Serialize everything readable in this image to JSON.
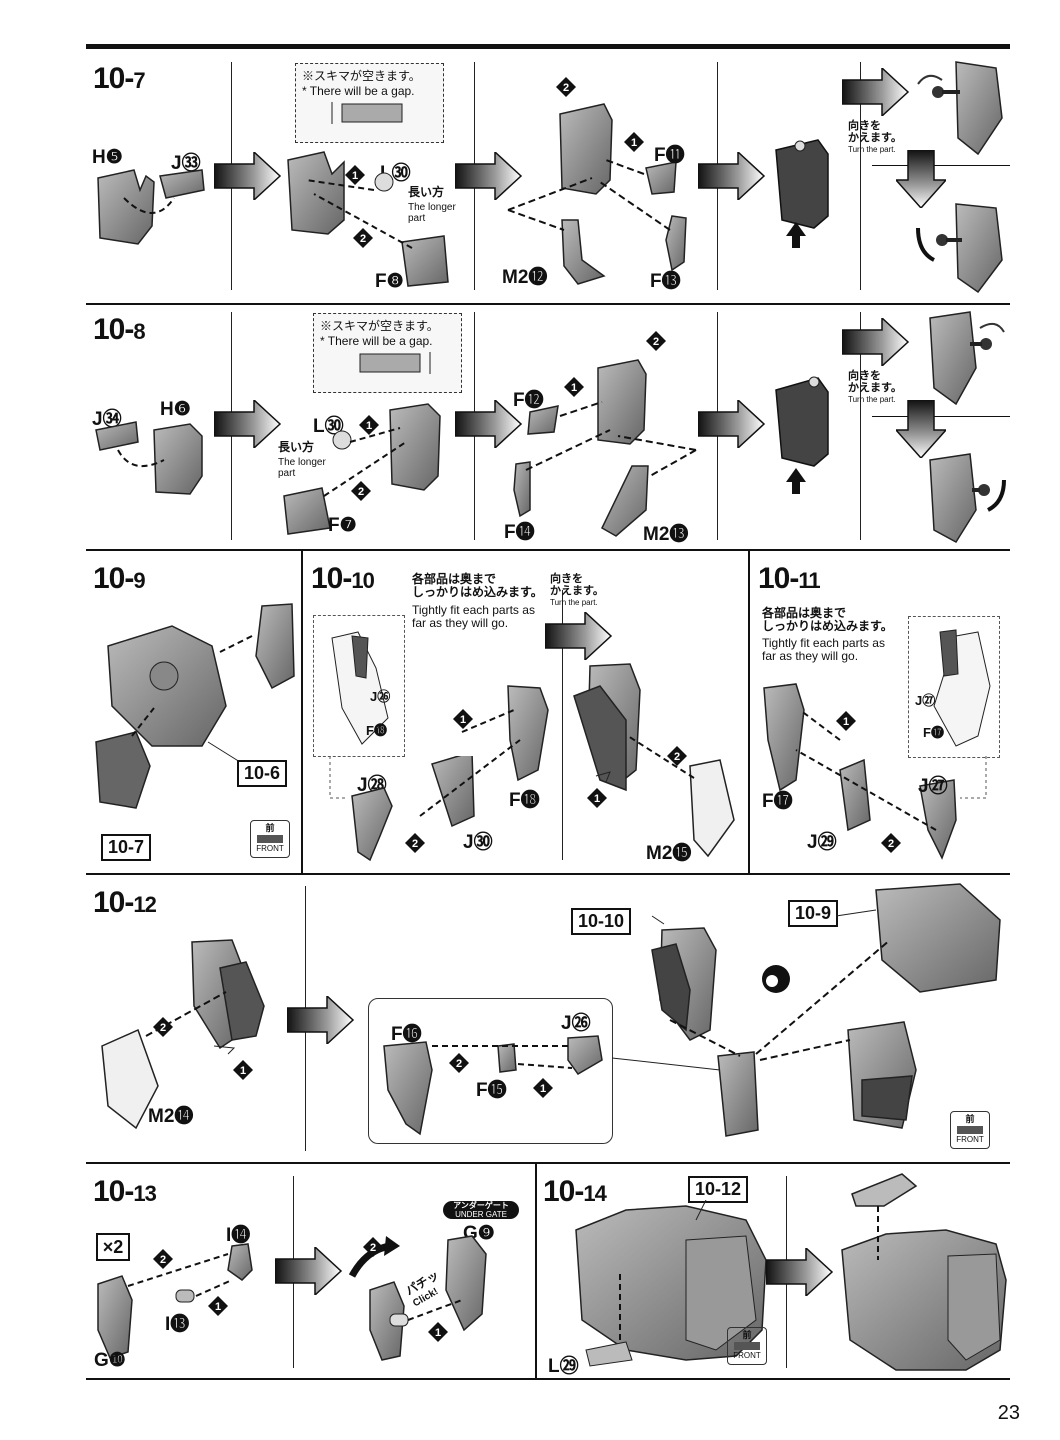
{
  "page_number": "23",
  "gap_note": {
    "jp": "※スキマが空きます。",
    "en": "* There will be a gap."
  },
  "longer_part": {
    "jp": "長い方",
    "en1": "The longer",
    "en2": "part"
  },
  "turn_part": {
    "jp1": "向きを",
    "jp2": "かえます。",
    "en": "Turn the part."
  },
  "fit_note": {
    "jp1": "各部品は奥まで",
    "jp2": "しっかりはめ込みます。",
    "en1": "Tightly fit each parts as",
    "en2": "far as they will go."
  },
  "front": {
    "jp": "前",
    "en": "FRONT"
  },
  "under_gate": {
    "jp": "アンダーゲート",
    "en": "UNDER GATE"
  },
  "click": {
    "jp": "パチッ",
    "en": "Click!"
  },
  "times": "×2",
  "steps": {
    "s7": {
      "a": "10-",
      "b": "7"
    },
    "s8": {
      "a": "10-",
      "b": "8"
    },
    "s9": {
      "a": "10-",
      "b": "9"
    },
    "s10": {
      "a": "10-",
      "b": "10"
    },
    "s11": {
      "a": "10-",
      "b": "11"
    },
    "s12": {
      "a": "10-",
      "b": "12"
    },
    "s13": {
      "a": "10-",
      "b": "13"
    },
    "s14": {
      "a": "10-",
      "b": "14"
    }
  },
  "refs": {
    "r6": "10-6",
    "r7": "10-7",
    "r9": "10-9",
    "r10": "10-10",
    "r12": "10-12"
  },
  "labels": {
    "H5": "H❺",
    "J33": "J㉝",
    "L30": "L㉚",
    "F8": "F❽",
    "F11": "F⓫",
    "M2_12": "M2⓬",
    "F13": "F⓭",
    "J34": "J㉞",
    "H6": "H❻",
    "F12": "F⓬",
    "F7": "F❼",
    "F14": "F⓮",
    "M2_13": "M2⓭",
    "J26": "J㉖",
    "F18": "F⓲",
    "J28": "J㉘",
    "J30": "J㉚",
    "M2_15": "M2⓯",
    "J27": "J㉗",
    "F17": "F⓱",
    "J29": "J㉙",
    "F16": "F⓰",
    "F15": "F⓯",
    "M2_14": "M2⓮",
    "I14": "I⓮",
    "I13": "I⓭",
    "G10": "G❿",
    "G9": "G❾",
    "L29": "L㉙"
  },
  "icons": [
    "arrow-right-icon",
    "arrow-down-icon",
    "step-number-icon",
    "front-icon",
    "rotate-icon"
  ]
}
